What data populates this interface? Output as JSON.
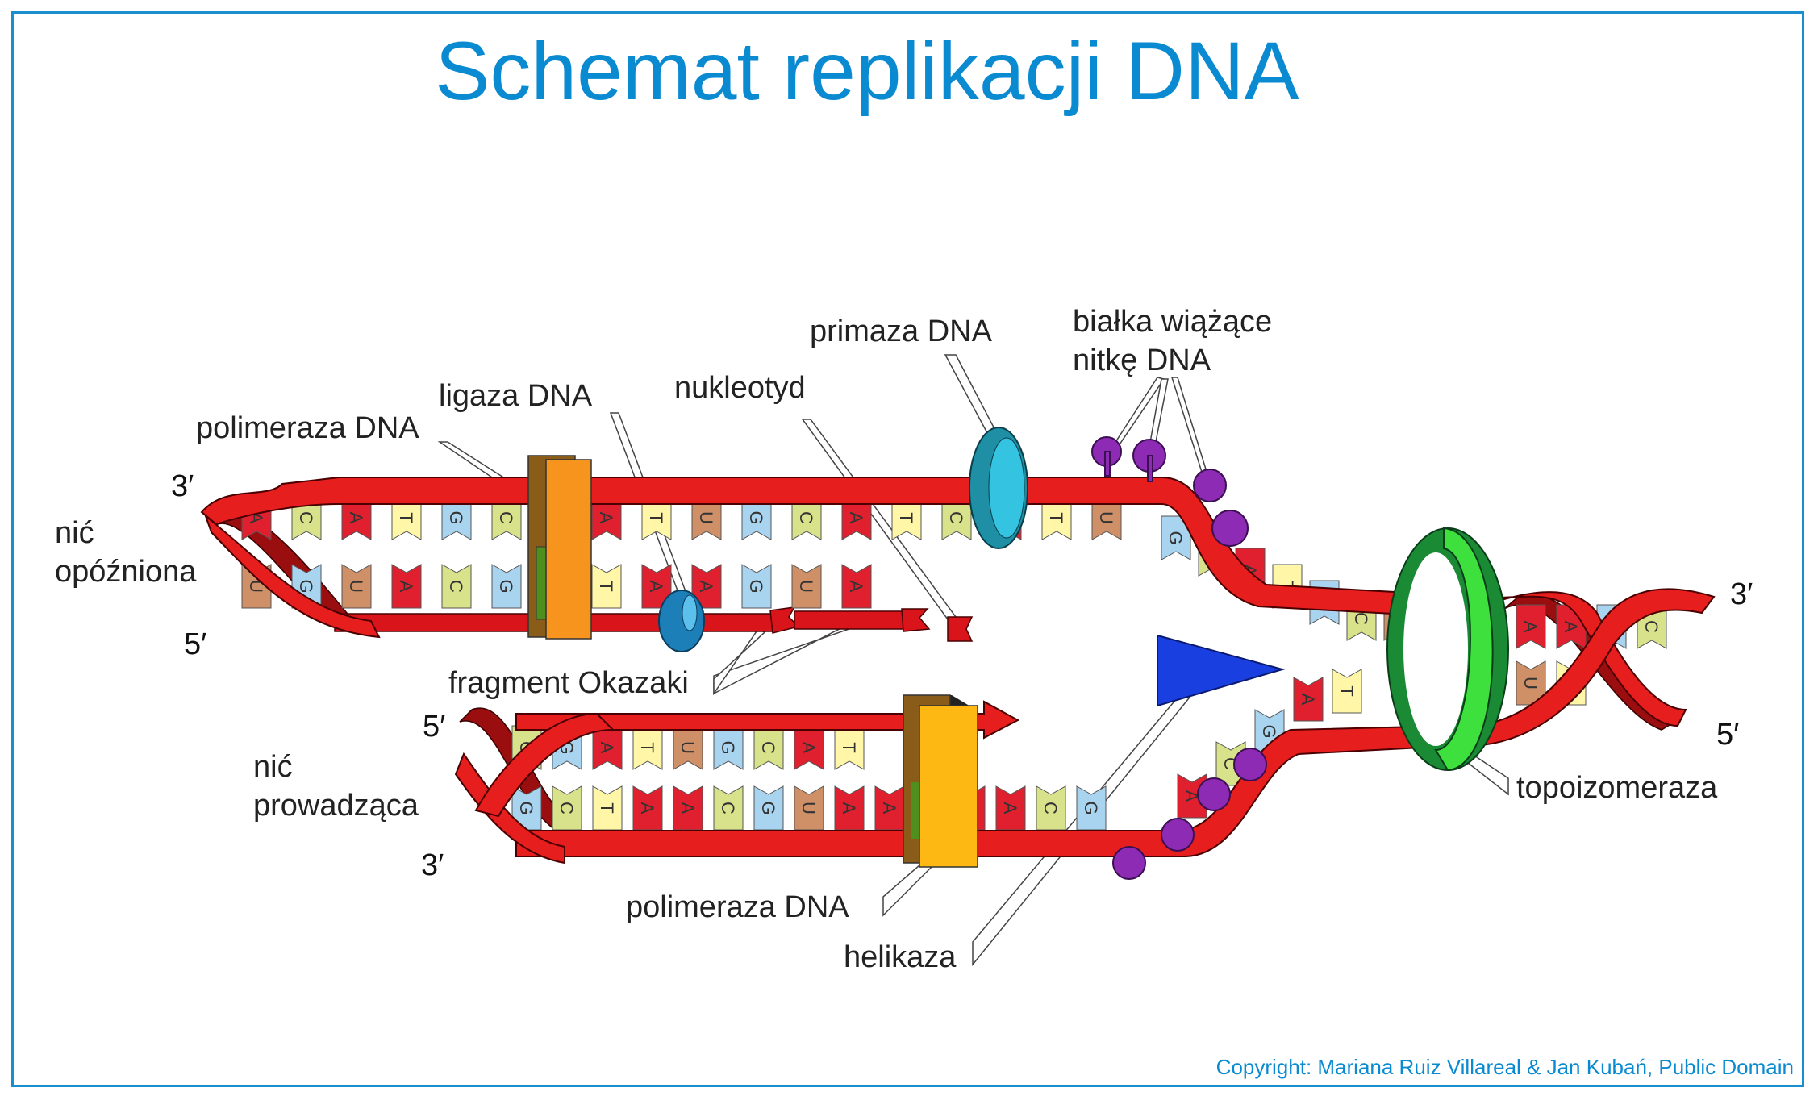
{
  "title": "Schemat replikacji DNA",
  "copyright": "Copyright: Mariana Ruiz Villareal & Jan Kubań, Public Domain",
  "labels": {
    "polimeraza_top": "polimeraza DNA",
    "ligaza": "ligaza DNA",
    "nukleotyd": "nukleotyd",
    "primaza": "primaza DNA",
    "bialka_1": "białka wiążące",
    "bialka_2": "nitkę DNA",
    "lagging_1": "nić",
    "lagging_2": "opóźniona",
    "okazaki": "fragment Okazaki",
    "leading_1": "nić",
    "leading_2": "prowadząca",
    "polimeraza_bottom": "polimeraza DNA",
    "helikaza": "helikaza",
    "topoizomeraza": "topoizomeraza"
  },
  "ends": {
    "lagging_top": "3′",
    "lagging_bottom": "5′",
    "leading_top": "5′",
    "leading_bottom": "3′",
    "right_top": "3′",
    "right_bottom": "5′"
  },
  "colors": {
    "A": "#e0202e",
    "T": "#fff6a8",
    "G": "#a8d4f0",
    "C": "#d8e28a",
    "U": "#cf9068",
    "backbone": "#e61e1e",
    "title": "#0a8ad0"
  },
  "bases": {
    "lagging_top": [
      "A",
      "C",
      "A",
      "T",
      "G",
      "C",
      "A",
      "A",
      "T",
      "U",
      "G",
      "C",
      "A",
      "T",
      "C",
      "A",
      "T",
      "U"
    ],
    "lagging_bottom": [
      "U",
      "G",
      "U",
      "A",
      "C",
      "G",
      "A",
      "T",
      "A",
      "A",
      "G",
      "U",
      "A"
    ],
    "fork_top": [
      "G",
      "C",
      "A",
      "T",
      "G",
      "C",
      "U",
      "A"
    ],
    "fork_bottom": [
      "A",
      "C",
      "G",
      "A",
      "T"
    ],
    "leading_top": [
      "C",
      "G",
      "A",
      "T",
      "U",
      "G",
      "C",
      "A",
      "T"
    ],
    "leading_bottom": [
      "G",
      "C",
      "T",
      "A",
      "A",
      "C",
      "G",
      "U",
      "A",
      "A",
      "T",
      "A",
      "A",
      "C",
      "G"
    ],
    "right_top": [
      "A",
      "A",
      "G",
      "C"
    ],
    "right_bottom": [
      "U",
      "T"
    ]
  }
}
